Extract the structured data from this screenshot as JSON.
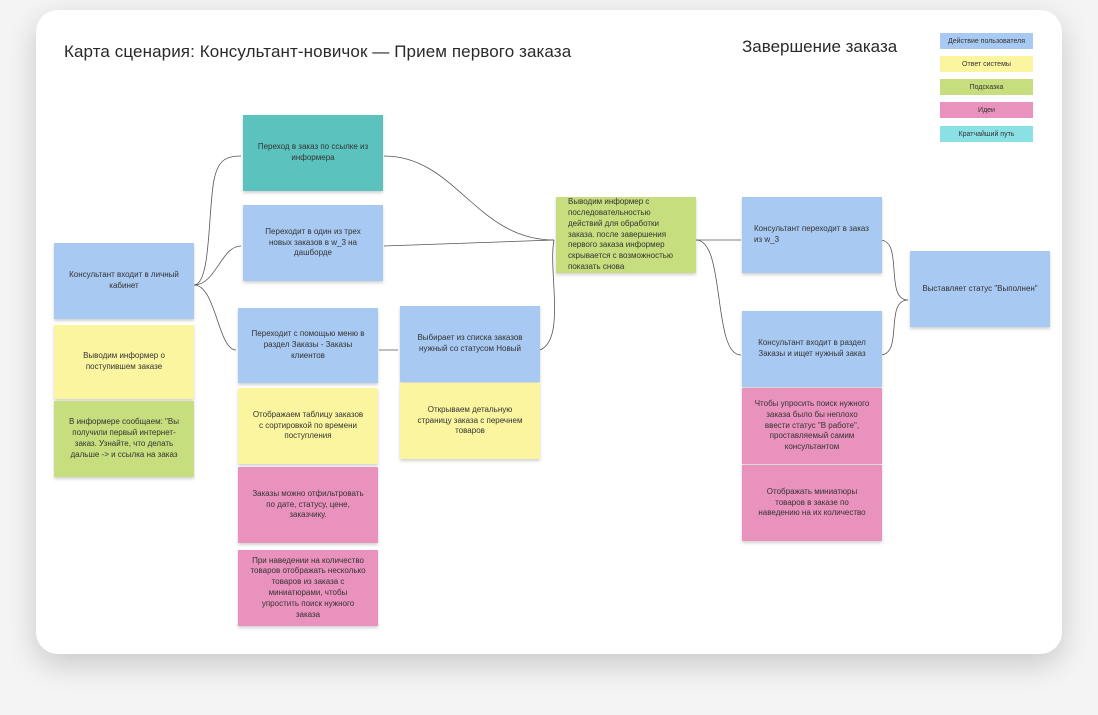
{
  "title": "Карта сценария: Консультант-новичок — Прием первого заказа",
  "section_title": "Завершение заказа",
  "legend": [
    {
      "label": "Действие пользователя",
      "color": "#a8c9f1"
    },
    {
      "label": "Ответ системы",
      "color": "#fbf5a0"
    },
    {
      "label": "Подсказка",
      "color": "#c7de7e"
    },
    {
      "label": "Идеи",
      "color": "#e992bd"
    },
    {
      "label": "Кратчайший путь",
      "color": "#8ae1e3"
    }
  ],
  "notes": {
    "enter_cabinet": "Консультант входит в личный кабинет",
    "show_informer": "Выводим информер о поступившем заказе",
    "informer_message": "В информере сообщаем: \"Вы получили первый интернет-заказ. Узнайте, что делать дальше -> и ссылка на заказ",
    "go_by_link": "Переход в заказ по ссылке из информера",
    "one_of_three": "Переходит в один из трех новых заказов в w_3 на дашборде",
    "via_menu": "Переходит с помощью меню в раздел Заказы - Заказы клиентов",
    "orders_table": "Отображаем таблицу заказов с сортировкой по времени поступления",
    "idea_filter": "Заказы можно отфильтровать по дате, статусу, цене, заказчику.",
    "idea_hover": "При наведении на количество товаров отображать несколько товаров из заказа с миниатюрами, чтобы упростить поиск нужного заказа",
    "choose_new": "Выбирает из списка заказов нужный со статусом Новый",
    "detail_page": "Открываем детальную страницу заказа с перечнем товаров",
    "sequence_informer": "Выводим информер с последовательностью действий для обработки заказа. после завершения первого заказа информер скрывается с возможностью показать снова",
    "goes_to_order_w3": "Консультант переходит в заказ из w_3",
    "enters_orders_section": "Консультант входит в раздел Заказы и ищет нужный заказ",
    "idea_in_progress": "Чтобы упросить поиск нужного заказа было бы неплохо ввести статус \"В работе\", проставляемый самим консультантом",
    "idea_thumbnails": "Отображать миниатюры товаров в заказе по наведению на их количество",
    "set_status_done": "Выставляет статус \"Выполнен\""
  }
}
